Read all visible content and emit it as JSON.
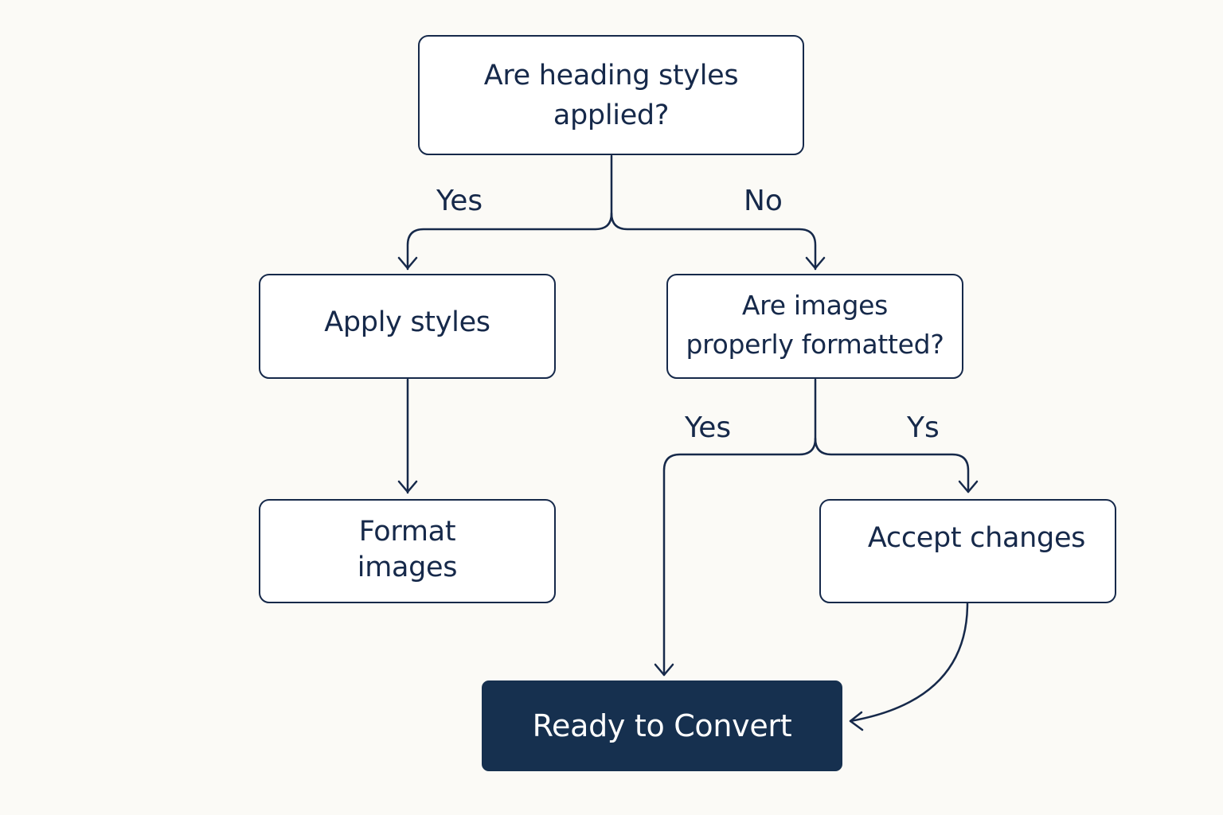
{
  "nodes": {
    "q_heading_styles": {
      "lines": [
        "Are heading styles",
        "applied?"
      ]
    },
    "apply_styles": {
      "lines": [
        "Apply styles"
      ]
    },
    "q_images_formatted": {
      "lines": [
        "Are images",
        "properly formatted?"
      ]
    },
    "format_images": {
      "lines": [
        "Format",
        "images"
      ]
    },
    "accept_changes": {
      "lines": [
        "Accept changes"
      ]
    },
    "ready_to_convert": {
      "lines": [
        "Ready to Convert"
      ]
    }
  },
  "edges": {
    "heading_yes": "Yes",
    "heading_no": "No",
    "images_yes": "Yes",
    "images_other": "Ys"
  },
  "colors": {
    "background": "#fbfaf6",
    "ink": "#16294a",
    "terminal_fill": "#16304f",
    "terminal_text": "#ffffff"
  }
}
